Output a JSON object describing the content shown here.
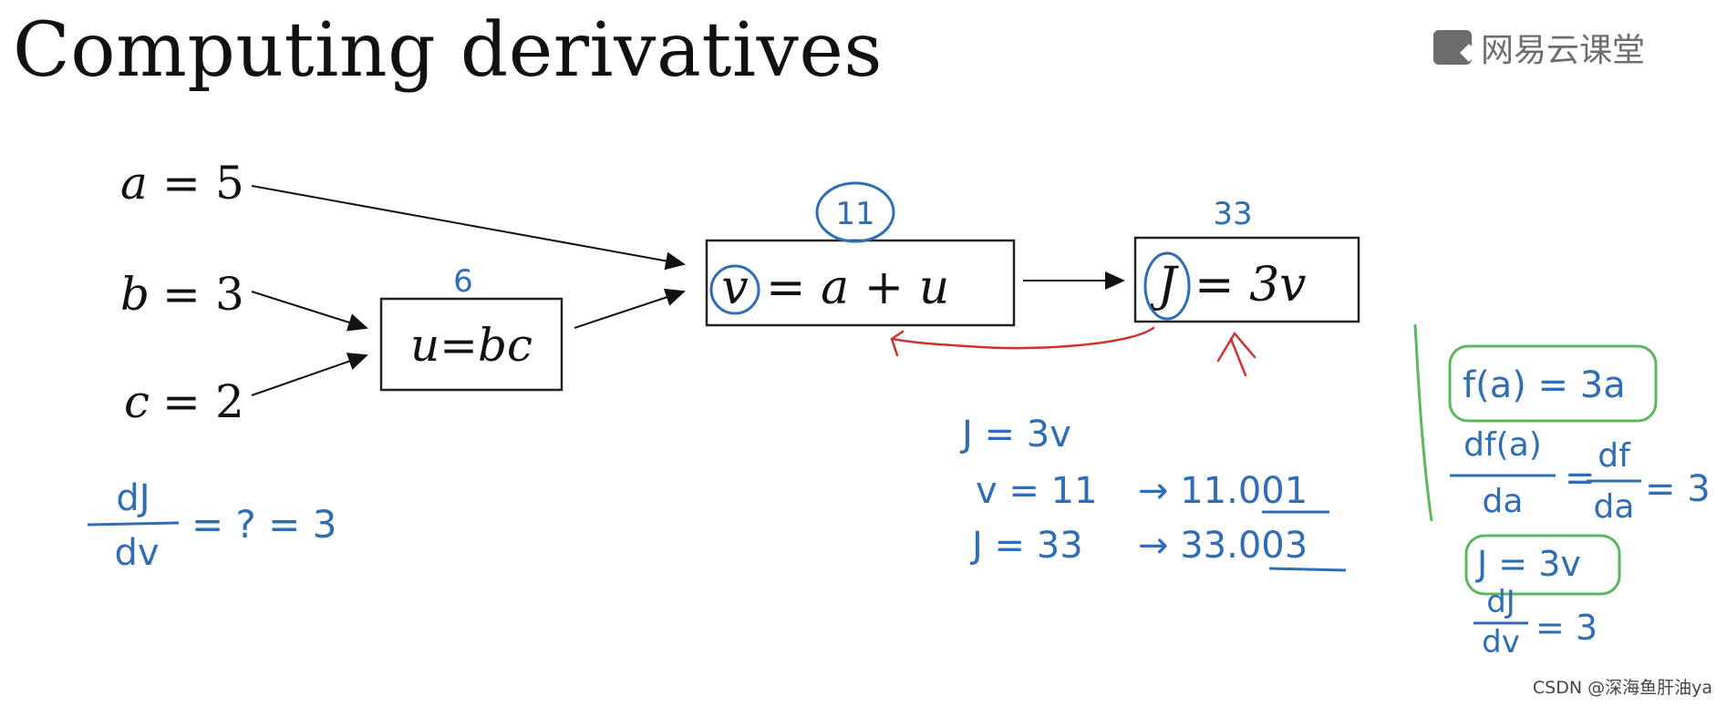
{
  "title": "Computing derivatives",
  "logo_text": "网易云课堂",
  "watermark": "CSDN @深海鱼肝油ya",
  "inputs": [
    {
      "var": "a",
      "eq": "=",
      "value": "5"
    },
    {
      "var": "b",
      "eq": "=",
      "value": "3"
    },
    {
      "var": "c",
      "eq": "=",
      "value": "2"
    }
  ],
  "nodes": {
    "u": {
      "expr": "u=bc",
      "value": "6"
    },
    "v": {
      "lhs": "v",
      "rhs": "= a + u",
      "value": "11"
    },
    "J": {
      "lhs": "J",
      "rhs": "= 3v",
      "value": "33"
    }
  },
  "notes": {
    "left_deriv": {
      "num": "dJ",
      "den": "dv",
      "rest": "= ? = 3"
    },
    "mid": [
      "J = 3v",
      "v = 11",
      "→ 11.001",
      "J = 33",
      "→ 33.003"
    ],
    "right": {
      "f_box": "f(a) = 3a",
      "deriv_num1": "df(a)",
      "deriv_den1": "da",
      "deriv_num2": "df",
      "deriv_den2": "da",
      "deriv_eq": "= 3",
      "j_box": "J = 3v",
      "dj_num": "dJ",
      "dj_den": "dv",
      "dj_eq": "= 3"
    }
  },
  "colors": {
    "ink": "#111111",
    "blue": "#2f6db5",
    "red": "#d0302f",
    "green": "#5cb85c",
    "logo": "#6d6d6d"
  }
}
